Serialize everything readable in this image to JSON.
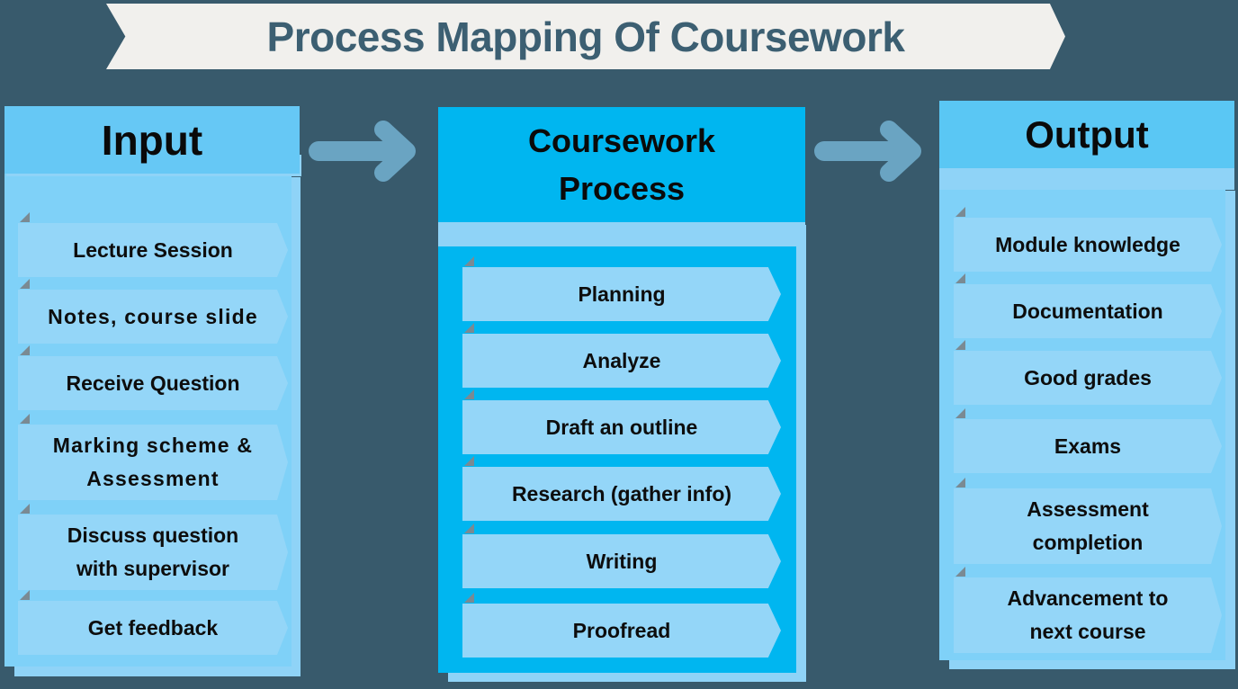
{
  "title": "Process Mapping Of Coursework",
  "colors": {
    "background": "#385a6c",
    "banner": "#f1f0ed",
    "title_text": "#3c5f72",
    "input_header": "#66c8f5",
    "input_panel": "#7fd1f8",
    "process_header": "#00b6f0",
    "process_panel": "#00b6f0",
    "output_header": "#5ac7f4",
    "item_fill": "#94d6f8",
    "arrow": "#6aa4c2"
  },
  "columns": [
    {
      "id": "input",
      "title": "Input",
      "items": [
        "Lecture Session",
        "Notes, course slide",
        "Receive Question",
        "Marking scheme &\nAssessment",
        "Discuss question\nwith supervisor",
        "Get feedback"
      ]
    },
    {
      "id": "process",
      "title": "Coursework\nProcess",
      "items": [
        "Planning",
        "Analyze",
        "Draft an outline",
        "Research (gather info)",
        "Writing",
        "Proofread"
      ]
    },
    {
      "id": "output",
      "title": "Output",
      "items": [
        "Module knowledge",
        "Documentation",
        "Good grades",
        "Exams",
        "Assessment\ncompletion",
        "Advancement to\nnext course"
      ]
    }
  ],
  "arrows": [
    "arrow-right-icon",
    "arrow-right-icon"
  ]
}
